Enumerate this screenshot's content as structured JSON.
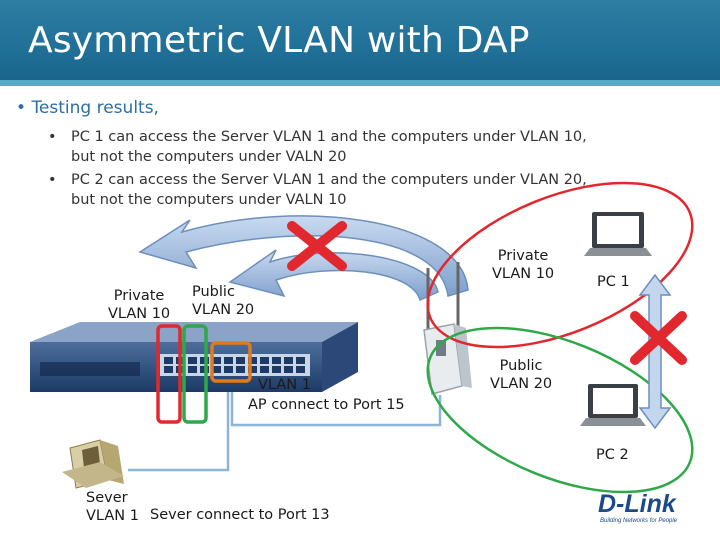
{
  "slide": {
    "title": "Asymmetric VLAN with DAP",
    "bullet_main": "Testing results,",
    "sub_bullets": [
      {
        "line1": "PC 1 can access the Server VLAN 1 and the computers under VLAN 10,",
        "line2": "but not the computers under VALN 20"
      },
      {
        "line1": "PC 2 can access the Server VLAN 1 and the computers under VLAN 20,",
        "line2": "but not the computers under VALN 10"
      }
    ]
  },
  "labels": {
    "private_vlan10_left": {
      "l1": "Private",
      "l2": "VLAN 10"
    },
    "public_vlan20_left": {
      "l1": "Public",
      "l2": "VLAN 20"
    },
    "private_vlan10_right": {
      "l1": "Private",
      "l2": "VLAN 10"
    },
    "public_vlan20_right": {
      "l1": "Public",
      "l2": "VLAN 20"
    },
    "vlan1": "VLAN 1",
    "ap_connect": "AP connect to Port 15",
    "pc1": "PC 1",
    "pc2": "PC 2",
    "server": {
      "l1": "Sever",
      "l2": "VLAN 1"
    },
    "server_connect": "Sever connect to Port 13"
  },
  "logo": {
    "brand": "D-Link",
    "tagline": "Building Networks for People"
  },
  "colors": {
    "title_bar": "#1f6f96",
    "red": "#e0282e",
    "green": "#2fa84a",
    "orange": "#e07a1f",
    "arrow": "#8fb0d8"
  }
}
